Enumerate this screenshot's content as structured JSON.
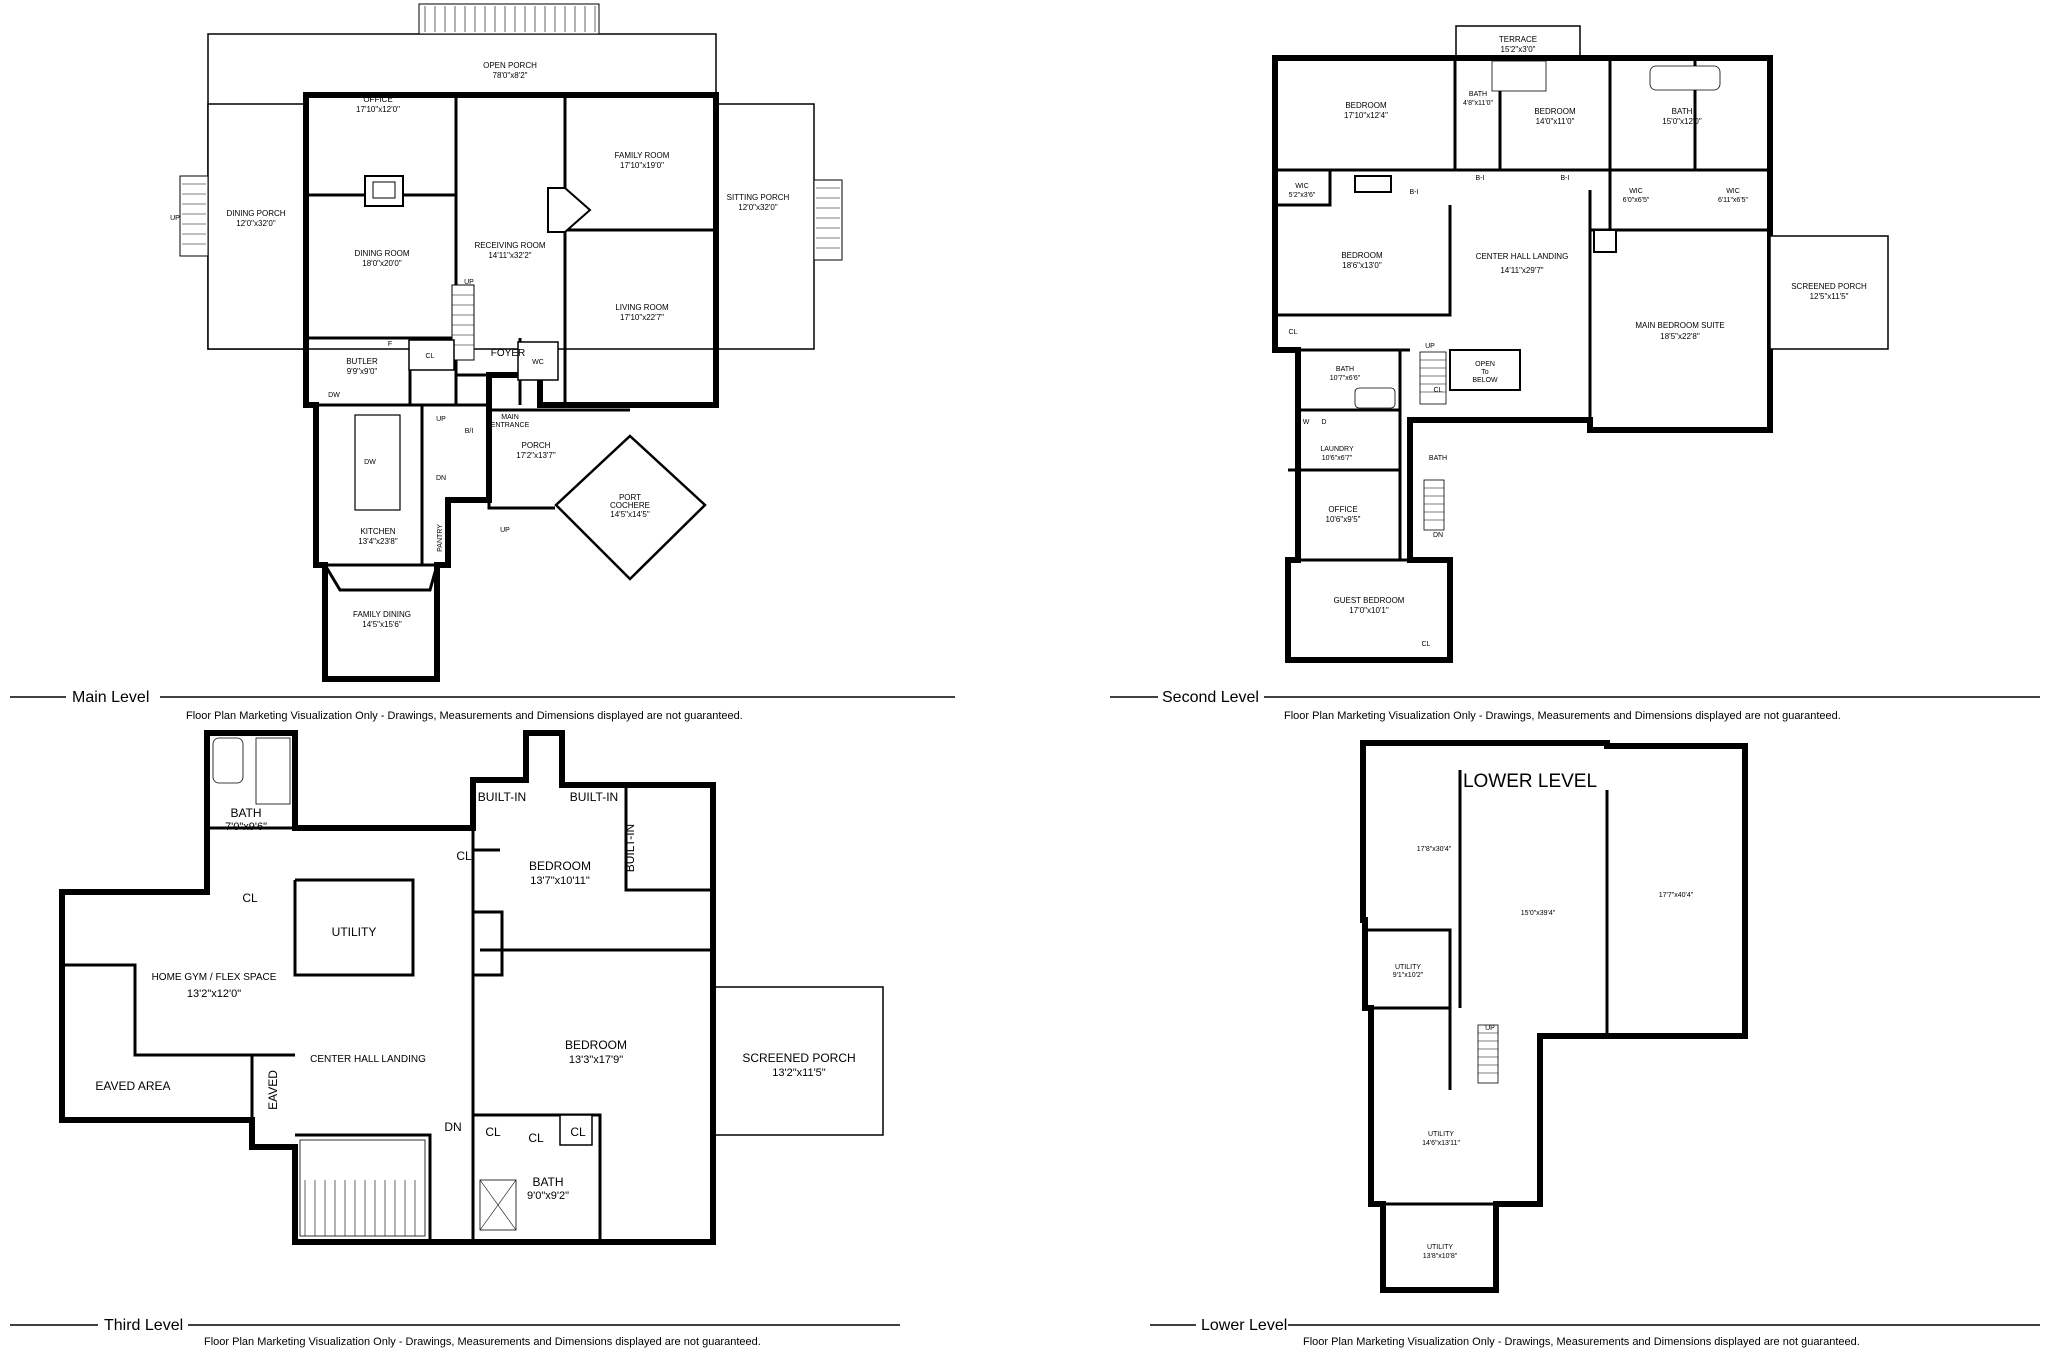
{
  "levels": {
    "main": {
      "label": "Main Level",
      "disclaimer": "Floor Plan Marketing Visualization Only - Drawings, Measurements and Dimensions displayed are not guaranteed.",
      "rooms": {
        "open_porch": {
          "name": "OPEN PORCH",
          "dim": "78'0\"x8'2\""
        },
        "dining_porch": {
          "name": "DINING PORCH",
          "dim": "12'0\"x32'0\""
        },
        "office": {
          "name": "OFFICE",
          "dim": "17'10\"x12'0\""
        },
        "dining_room": {
          "name": "DINING ROOM",
          "dim": "18'0\"x20'0\""
        },
        "receiving_room": {
          "name": "RECEIVING ROOM",
          "dim": "14'11\"x32'2\""
        },
        "family_room": {
          "name": "FAMILY ROOM",
          "dim": "17'10\"x19'0\""
        },
        "living_room": {
          "name": "LIVING ROOM",
          "dim": "17'10\"x22'7\""
        },
        "sitting_porch": {
          "name": "SITTING PORCH",
          "dim": "12'0\"x32'0\""
        },
        "butler": {
          "name": "BUTLER",
          "dim": "9'9\"x9'0\""
        },
        "foyer": {
          "name": "FOYER"
        },
        "main_entrance": {
          "name": "MAIN",
          "name2": "ENTRANCE"
        },
        "porch": {
          "name": "PORCH",
          "dim": "17'2\"x13'7\""
        },
        "port_cochere": {
          "name": "PORT",
          "name2": "COCHERE",
          "dim": "14'5\"x14'5\""
        },
        "kitchen": {
          "name": "KITCHEN",
          "dim": "13'4\"x23'8\""
        },
        "family_dining": {
          "name": "FAMILY DINING",
          "dim": "14'5\"x15'6\""
        }
      },
      "tags": {
        "cl": "CL",
        "wc": "WC",
        "dw": "DW",
        "up": "UP",
        "dn": "DN",
        "bi": "B/I",
        "f": "F",
        "pantry": "PANTRY"
      }
    },
    "second": {
      "label": "Second Level",
      "disclaimer": "Floor Plan Marketing Visualization Only - Drawings, Measurements and Dimensions displayed are not guaranteed.",
      "rooms": {
        "terrace": {
          "name": "TERRACE",
          "dim": "15'2\"x3'0\""
        },
        "bedroom1": {
          "name": "BEDROOM",
          "dim": "17'10\"x12'4\""
        },
        "bath1": {
          "name": "BATH",
          "dim": "4'8\"x11'0\""
        },
        "bedroom2": {
          "name": "BEDROOM",
          "dim": "14'0\"x11'0\""
        },
        "bath2": {
          "name": "BATH",
          "dim": "15'0\"x12'0\""
        },
        "wic1": {
          "name": "WIC",
          "dim": "5'2\"x3'6\""
        },
        "wic2": {
          "name": "WIC",
          "dim": "6'0\"x6'5\""
        },
        "wic3": {
          "name": "WIC",
          "dim": "6'11\"x6'5\""
        },
        "bedroom3": {
          "name": "BEDROOM",
          "dim": "18'6\"x13'0\""
        },
        "center_hall": {
          "name": "CENTER HALL LANDING",
          "dim": "14'11\"x29'7\""
        },
        "screened_porch": {
          "name": "SCREENED PORCH",
          "dim": "12'5\"x11'5\""
        },
        "main_suite": {
          "name": "MAIN BEDROOM SUITE",
          "dim": "18'5\"x22'8\""
        },
        "open_below": {
          "name": "OPEN",
          "name2": "To",
          "name3": "BELOW"
        },
        "bath3": {
          "name": "BATH",
          "dim": "10'7\"x6'6\""
        },
        "laundry": {
          "name": "LAUNDRY",
          "dim": "10'6\"x6'7\""
        },
        "office": {
          "name": "OFFICE",
          "dim": "10'6\"x9'5\""
        },
        "guest_bedroom": {
          "name": "GUEST BEDROOM",
          "dim": "17'0\"x10'1\""
        },
        "bath4": {
          "name": "BATH"
        }
      },
      "tags": {
        "cl": "CL",
        "bi": "B-I",
        "up": "UP",
        "dn": "DN",
        "w": "W",
        "d": "D"
      }
    },
    "third": {
      "label": "Third Level",
      "disclaimer": "Floor Plan Marketing Visualization Only - Drawings, Measurements and Dimensions displayed are not guaranteed.",
      "rooms": {
        "bath1": {
          "name": "BATH",
          "dim": "7'0\"x9'6\""
        },
        "built_in1": {
          "name": "BUILT-IN"
        },
        "built_in2": {
          "name": "BUILT-IN"
        },
        "built_in3": {
          "name": "BUILT-IN"
        },
        "bedroom1": {
          "name": "BEDROOM",
          "dim": "13'7\"x10'11\""
        },
        "utility": {
          "name": "UTILITY"
        },
        "home_gym": {
          "name": "HOME GYM / FLEX SPACE",
          "dim": "13'2\"x12'0\""
        },
        "center_hall": {
          "name": "CENTER HALL LANDING"
        },
        "bedroom2": {
          "name": "BEDROOM",
          "dim": "13'3\"x17'9\""
        },
        "screened_porch": {
          "name": "SCREENED PORCH",
          "dim": "13'2\"x11'5\""
        },
        "eaved_area": {
          "name": "EAVED AREA"
        },
        "eaved": {
          "name": "EAVED"
        },
        "bath2": {
          "name": "BATH",
          "dim": "9'0\"x9'2\""
        }
      },
      "tags": {
        "cl": "CL",
        "dn": "DN"
      }
    },
    "lower": {
      "label": "Lower Level",
      "title": "LOWER LEVEL",
      "disclaimer": "Floor Plan Marketing Visualization Only - Drawings, Measurements and Dimensions displayed are not guaranteed.",
      "rooms": {
        "room1": {
          "dim": "17'8\"x30'4\""
        },
        "room2": {
          "dim": "15'0\"x39'4\""
        },
        "room3": {
          "dim": "17'7\"x40'4\""
        },
        "utility1": {
          "name": "UTILITY",
          "dim": "9'1\"x10'2\""
        },
        "utility2": {
          "name": "UTILITY",
          "dim": "14'6\"x13'11\""
        },
        "utility3": {
          "name": "UTILITY",
          "dim": "13'8\"x10'8\""
        }
      },
      "tags": {
        "up": "UP"
      }
    }
  }
}
